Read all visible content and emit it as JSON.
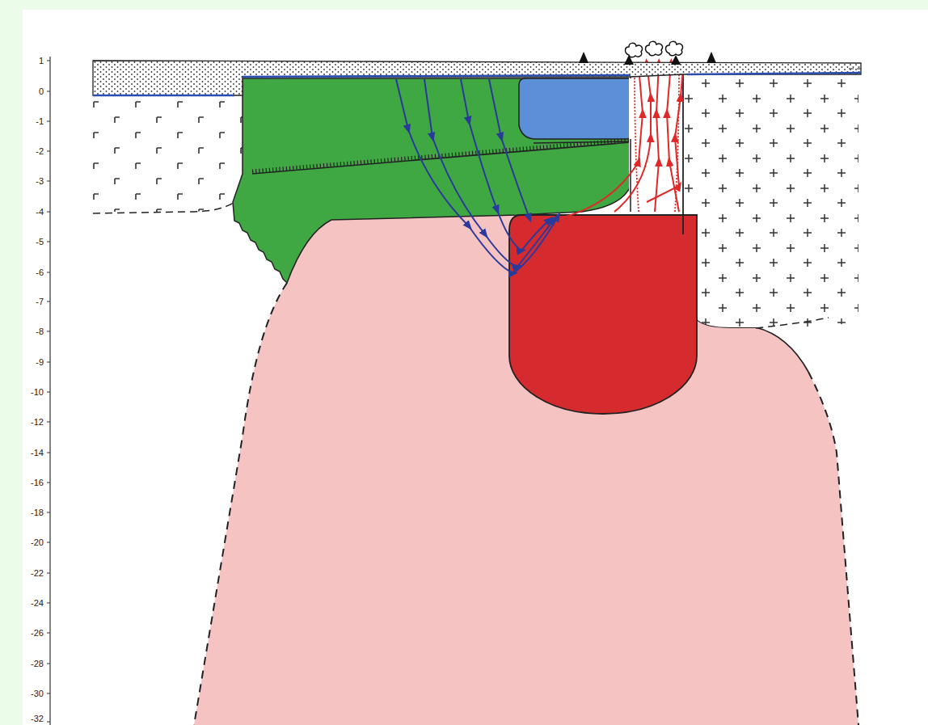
{
  "diagram": {
    "labels": [
      "1",
      "0",
      "-1",
      "-2",
      "-3",
      "-4",
      "-5",
      "-6",
      "-7",
      "-8",
      "-9",
      "-10",
      "-12",
      "-14",
      "-16",
      "-18",
      "-20",
      "-22",
      "-24",
      "-26",
      "-28",
      "-30",
      "-32"
    ]
  }
}
